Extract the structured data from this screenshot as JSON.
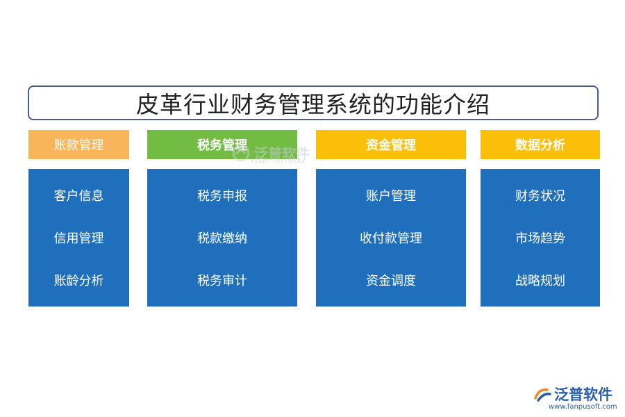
{
  "title": "皮革行业财务管理系统的功能介绍",
  "columns": [
    {
      "header": "账款管理",
      "color": "#f9b55a",
      "items": [
        "客户信息",
        "信用管理",
        "账龄分析"
      ]
    },
    {
      "header": "税务管理",
      "color": "#72bc44",
      "items": [
        "税务申报",
        "税款缴纳",
        "税务审计"
      ]
    },
    {
      "header": "资金管理",
      "color": "#fbbf0a",
      "items": [
        "账户管理",
        "收付款管理",
        "资金调度"
      ]
    },
    {
      "header": "数据分析",
      "color": "#fbbf0a",
      "items": [
        "财务状况",
        "市场趋势",
        "战略规划"
      ]
    }
  ],
  "body_color": "#1f6fbd",
  "watermark": {
    "text": "泛普软件",
    "sub": "FANPU SOFTWARE"
  },
  "logo": {
    "text": "泛普软件",
    "url": "www.fanpusoft.com"
  }
}
